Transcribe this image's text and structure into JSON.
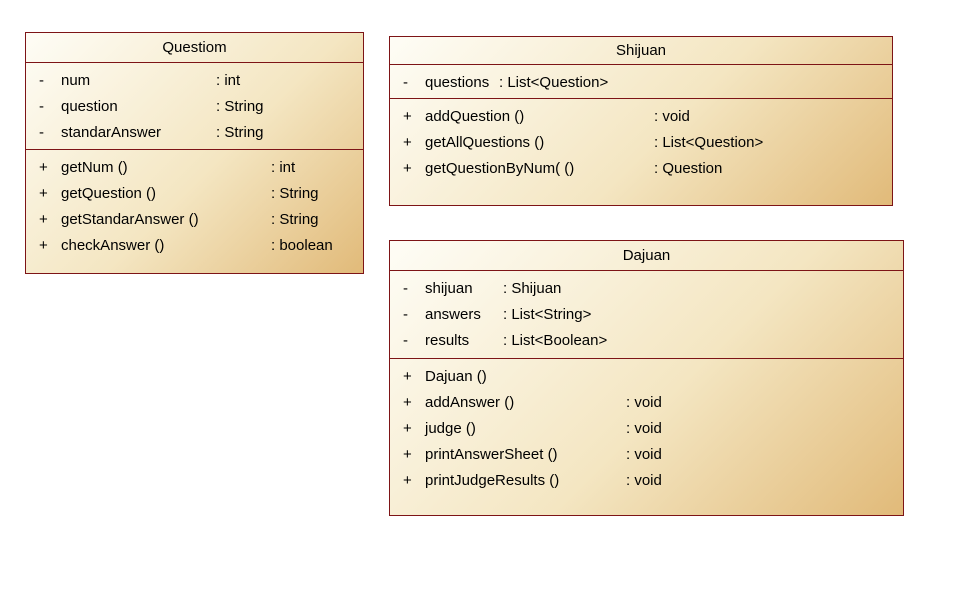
{
  "colors": {
    "border": "#7d1416",
    "gradient_start": "#fefdf6",
    "gradient_end": "#e1ba79",
    "text": "#000000",
    "page_background": "#ffffff"
  },
  "diagram": {
    "type": "uml-class-diagram",
    "classes": [
      {
        "name": "Questiom",
        "attributes": [
          {
            "visibility": "-",
            "name": "num",
            "type": ": int"
          },
          {
            "visibility": "-",
            "name": "question",
            "type": ": String"
          },
          {
            "visibility": "-",
            "name": "standarAnswer",
            "type": ": String"
          }
        ],
        "methods": [
          {
            "visibility": "+",
            "name": "getNum ()",
            "type": ": int"
          },
          {
            "visibility": "+",
            "name": "getQuestion ()",
            "type": ": String"
          },
          {
            "visibility": "+",
            "name": "getStandarAnswer ()",
            "type": ": String"
          },
          {
            "visibility": "+",
            "name": "checkAnswer ()",
            "type": ": boolean"
          }
        ]
      },
      {
        "name": "Shijuan",
        "attributes": [
          {
            "visibility": "-",
            "name": "questions",
            "type": ": List<Question>"
          }
        ],
        "methods": [
          {
            "visibility": "+",
            "name": "addQuestion ()",
            "type": ": void"
          },
          {
            "visibility": "+",
            "name": "getAllQuestions ()",
            "type": ": List<Question>"
          },
          {
            "visibility": "+",
            "name": "getQuestionByNum( ()",
            "type": ": Question"
          }
        ]
      },
      {
        "name": "Dajuan",
        "attributes": [
          {
            "visibility": "-",
            "name": "shijuan",
            "type": ": Shijuan"
          },
          {
            "visibility": "-",
            "name": "answers",
            "type": ": List<String>"
          },
          {
            "visibility": "-",
            "name": "results",
            "type": ": List<Boolean>"
          }
        ],
        "methods": [
          {
            "visibility": "+",
            "name": "Dajuan ()",
            "type": ""
          },
          {
            "visibility": "+",
            "name": "addAnswer ()",
            "type": ": void"
          },
          {
            "visibility": "+",
            "name": "judge ()",
            "type": ": void"
          },
          {
            "visibility": "+",
            "name": "printAnswerSheet ()",
            "type": ": void"
          },
          {
            "visibility": "+",
            "name": "printJudgeResults ()",
            "type": ": void"
          }
        ]
      }
    ]
  }
}
